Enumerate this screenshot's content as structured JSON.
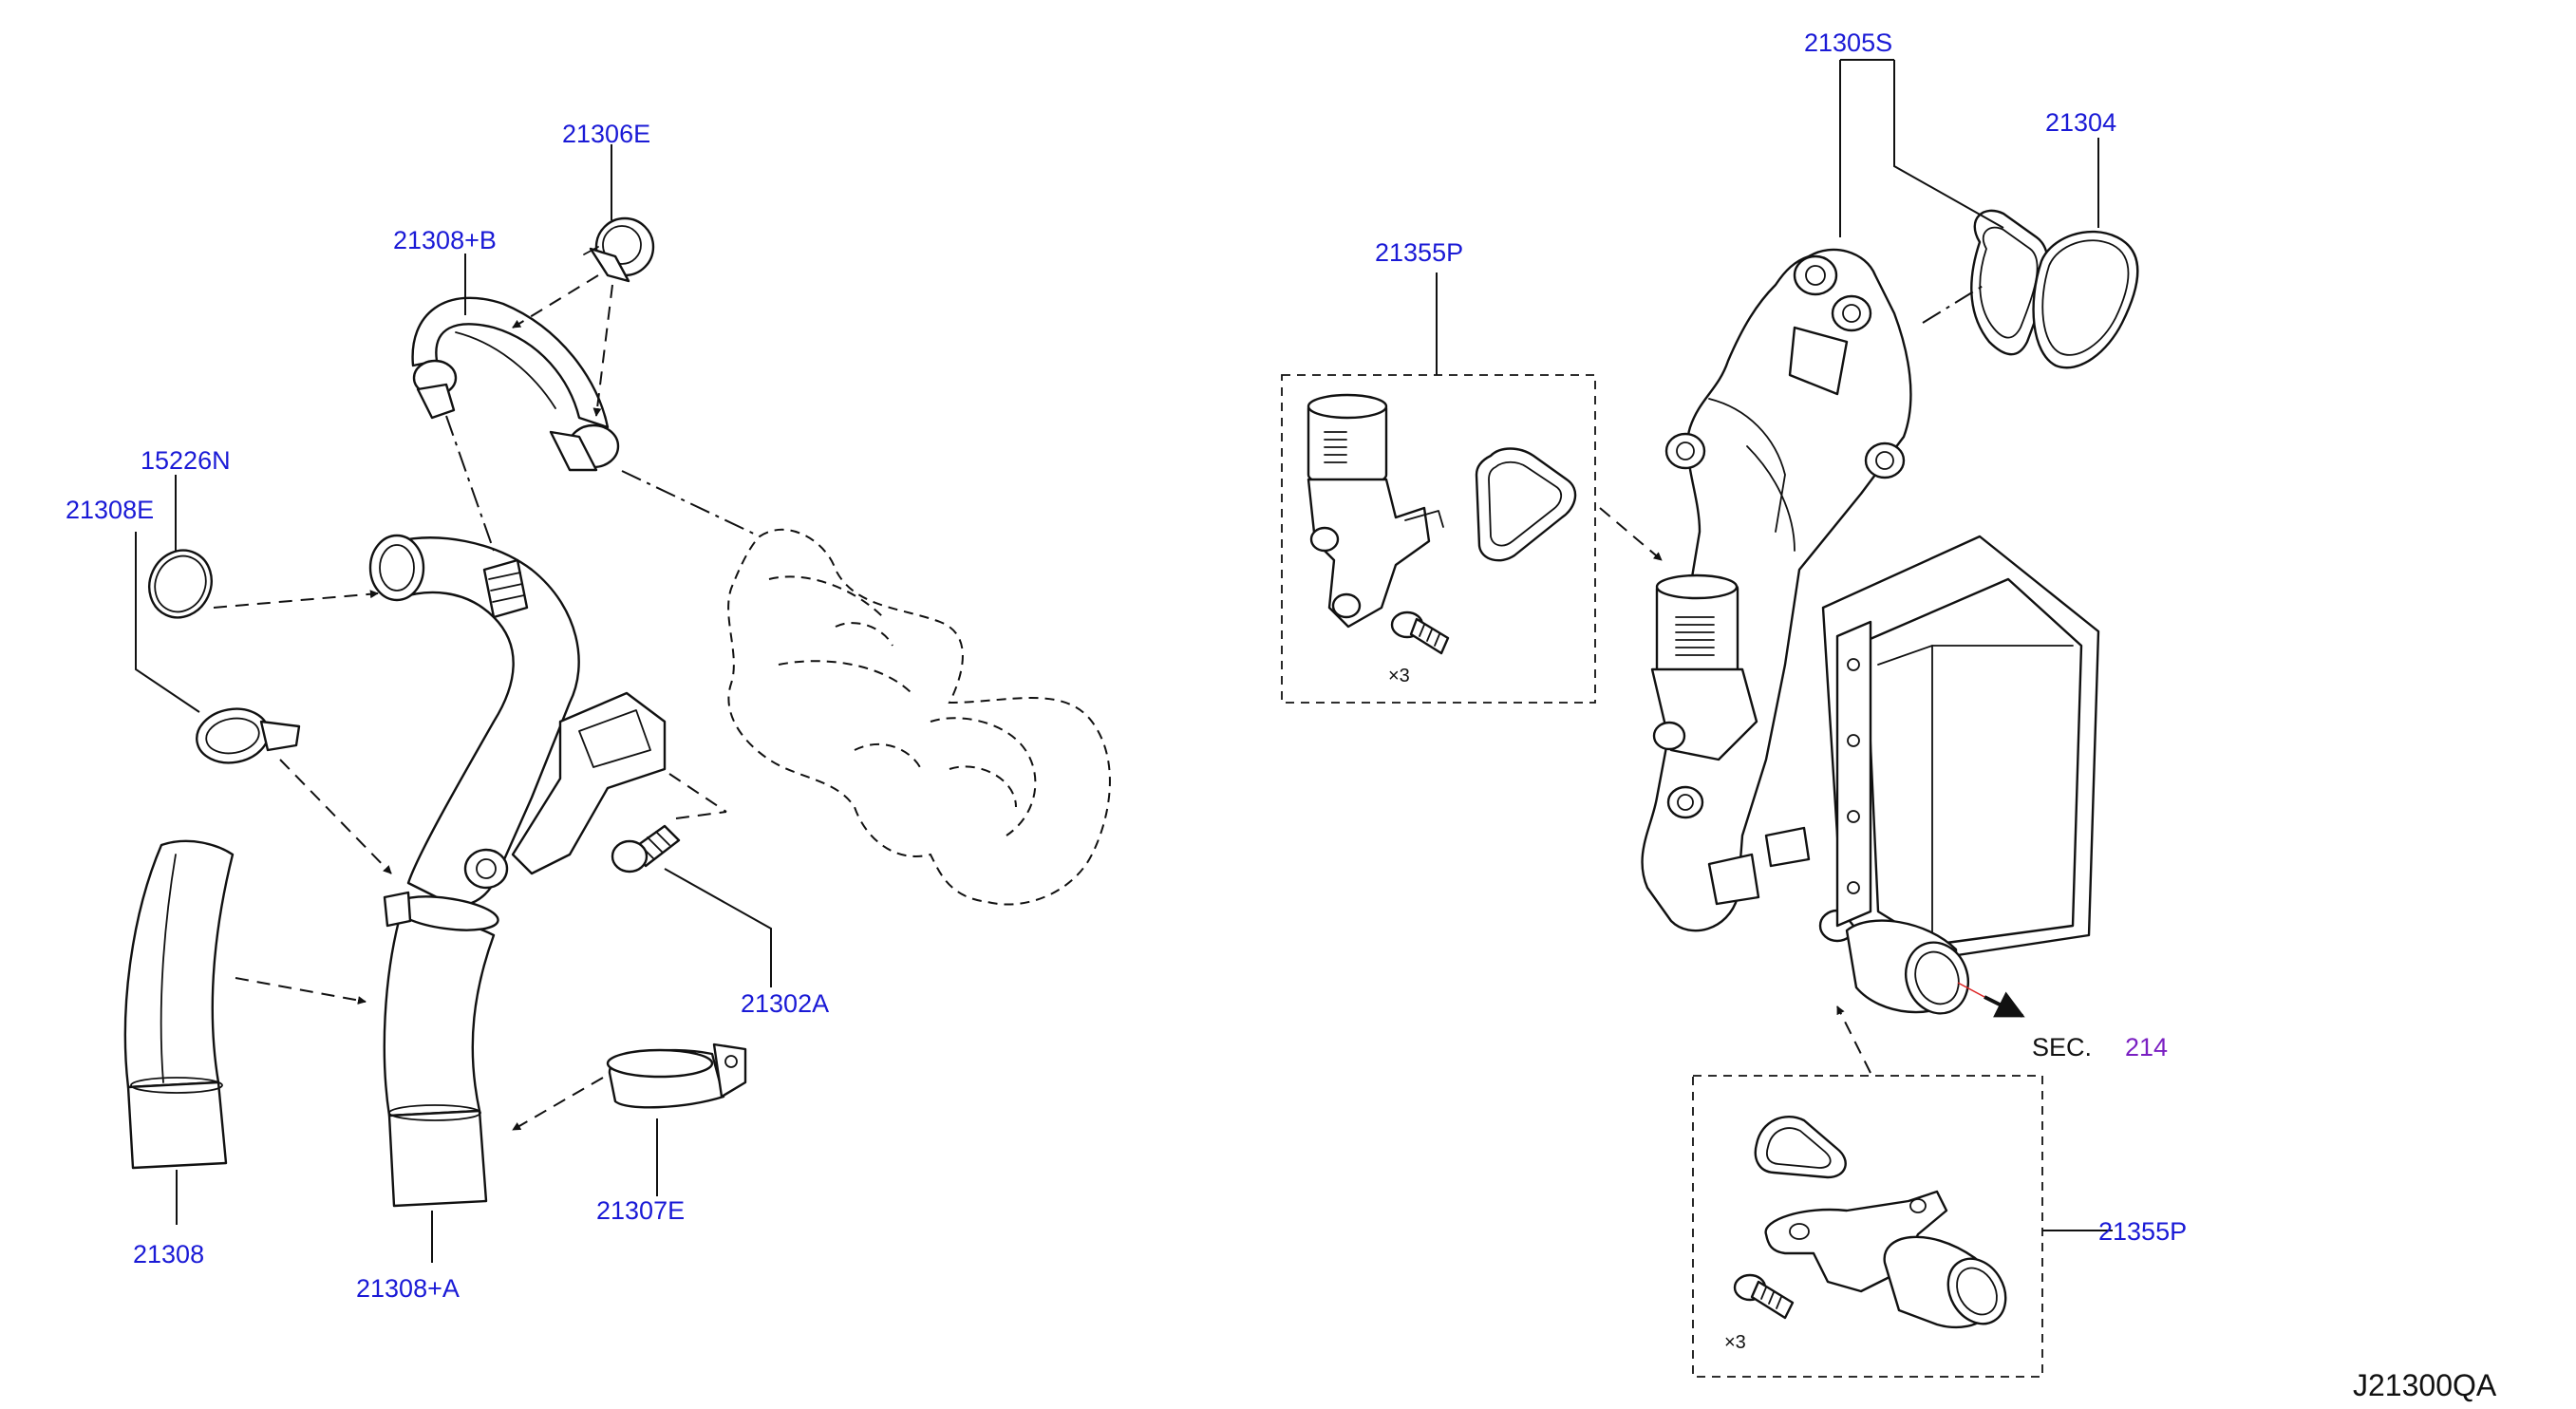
{
  "labels": {
    "p21306E": "21306E",
    "p21308B": "21308+B",
    "p15226N": "15226N",
    "p21308E": "21308E",
    "p21302A": "21302A",
    "p21307E": "21307E",
    "p21308": "21308",
    "p21308A": "21308+A",
    "p21305S": "21305S",
    "p21304": "21304",
    "p21355P_top": "21355P",
    "p21355P_bottom": "21355P",
    "sec_prefix": "SEC.",
    "sec_number": "214",
    "qty_top": "×3",
    "qty_bottom": "×3",
    "diagram_code": "J21300QA"
  },
  "colors": {
    "part_number": "#1a1ad6",
    "section_ref": "#7a1fc2",
    "line": "#111111",
    "background": "#ffffff"
  }
}
